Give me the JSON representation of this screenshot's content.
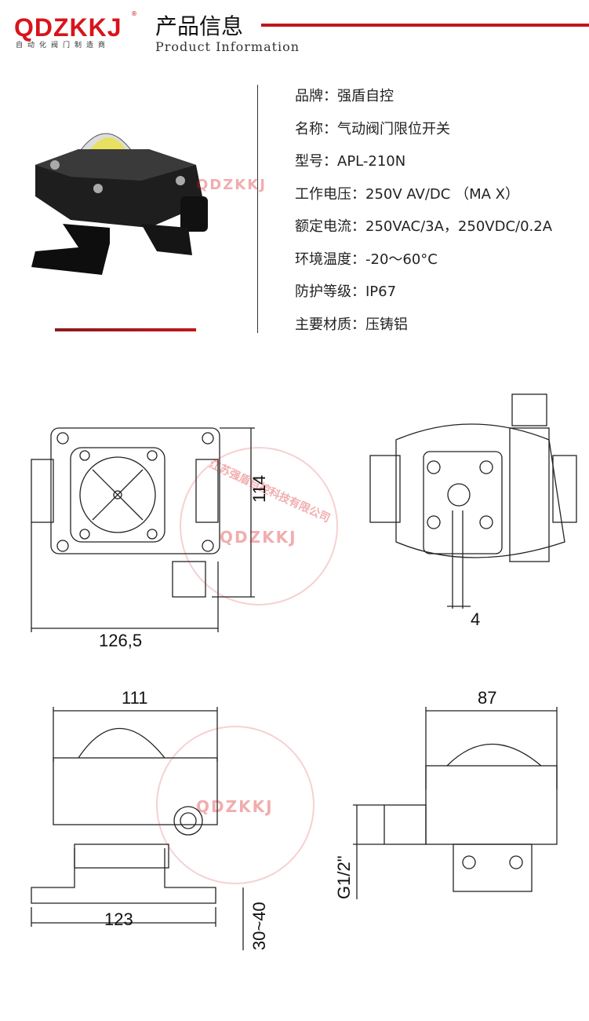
{
  "header": {
    "logo": "QDZKKJ",
    "logo_sub": "自动化阀门制造商",
    "registered": "®",
    "title": "产品信息",
    "subtitle": "Product Information"
  },
  "specs": [
    {
      "label": "品牌",
      "value": "强盾自控"
    },
    {
      "label": "名称",
      "value": "气动阀门限位开关"
    },
    {
      "label": "型号",
      "value": "APL-210N"
    },
    {
      "label": "工作电压",
      "value": "250V AV/DC （MA X）"
    },
    {
      "label": "额定电流",
      "value": "250VAC/3A，250VDC/0.2A"
    },
    {
      "label": "环境温度",
      "value": "-20～60°C"
    },
    {
      "label": "防护等级",
      "value": "IP67"
    },
    {
      "label": "主要材质",
      "value": "压铸铝"
    }
  ],
  "specs_text": [
    "品牌：强盾自控",
    "名称：气动阀门限位开关",
    "型号：APL-210N",
    "工作电压：250V AV/DC （MA X）",
    "额定电流：250VAC/3A，250VDC/0.2A",
    "环境温度：-20～60°C",
    "防护等级：IP67",
    "主要材质：压铸铝"
  ],
  "watermark": {
    "company": "江苏强盾自控科技有限公司",
    "logo": "QDZKKJ"
  },
  "dimensions": {
    "front_width": "126,5",
    "front_height": "114",
    "side_offset": "4",
    "bottom_width": "111",
    "bottom_base": "123",
    "bottom_height": "30~40",
    "right_width": "87",
    "thread": "G1/2\""
  },
  "colors": {
    "brand": "#d8141b",
    "accent_line": "#c0161d"
  }
}
